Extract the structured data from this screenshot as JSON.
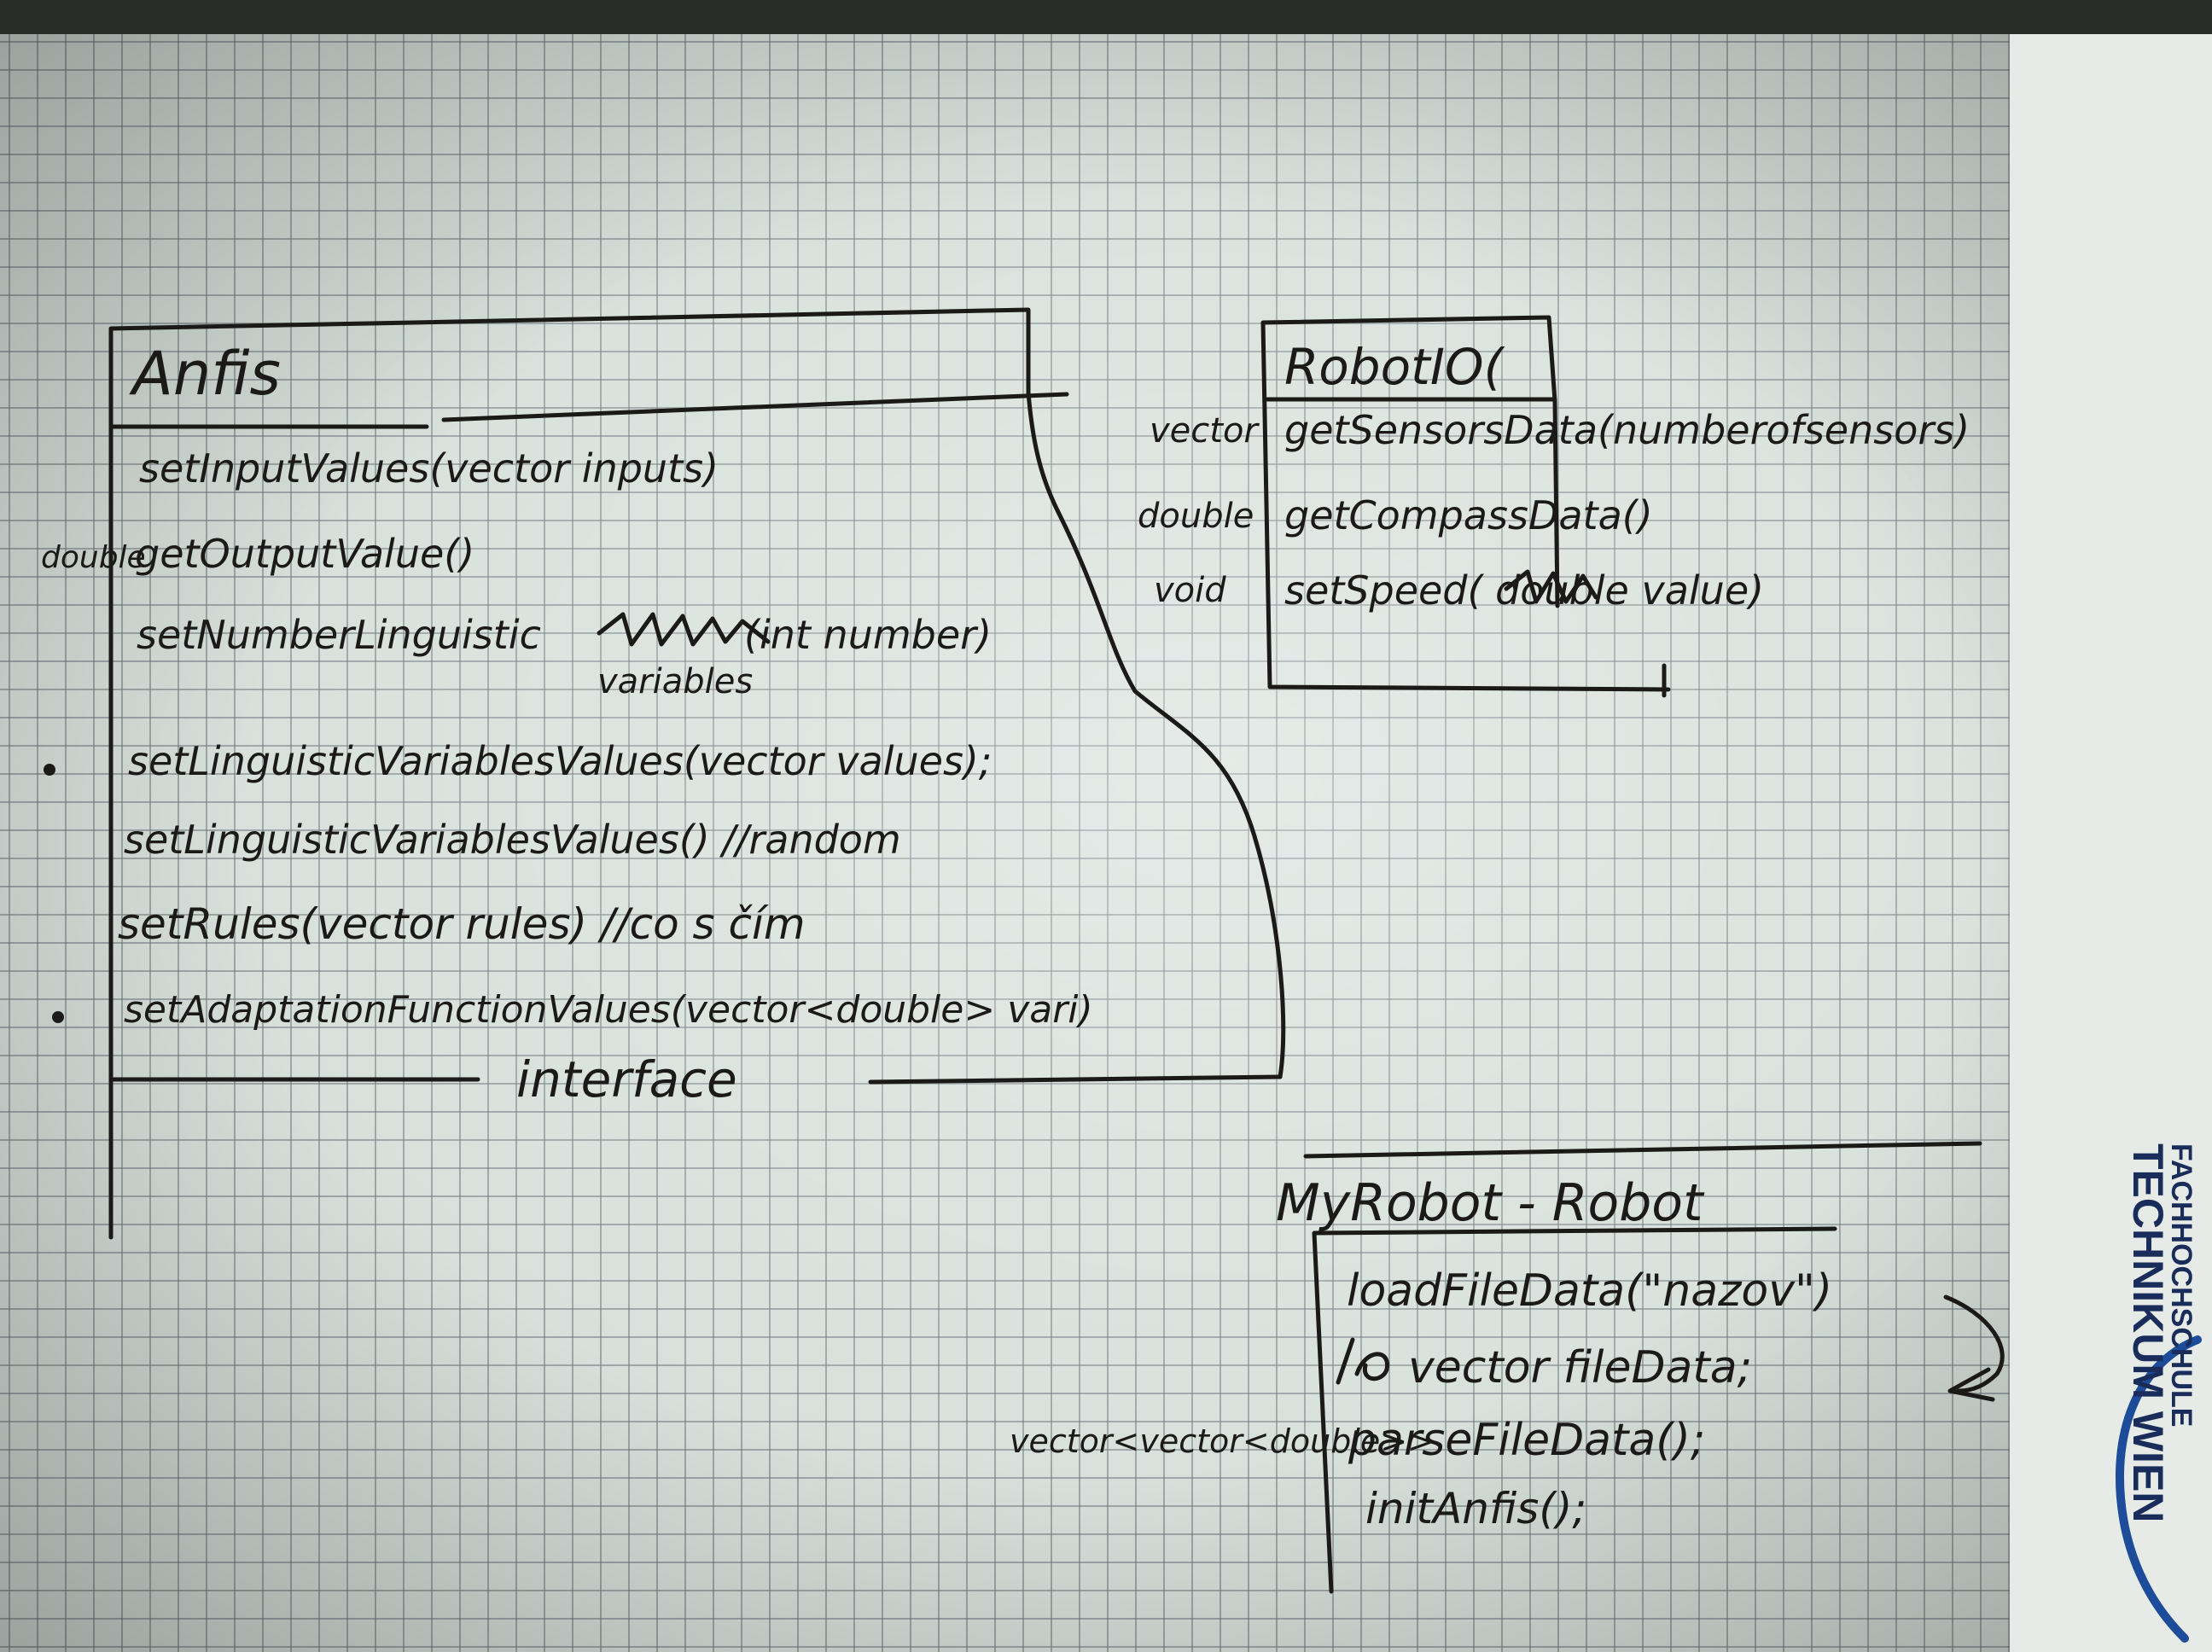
{
  "anfis": {
    "title": "Anfis",
    "methods": [
      "setInputValues(vector inputs)",
      "getOutputValue()",
      "setNumberLinguistic",
      "(int number)",
      "variables",
      "setLinguisticVariablesValues(vector values);",
      "setLinguisticVariablesValues() //random",
      "setRules(vector rules) //co s čím",
      "setAdaptationFunctionValues(vector<double> vari)"
    ],
    "return_types": {
      "get_output": "double"
    },
    "footer": "interface"
  },
  "robotio": {
    "title": "RobotIO(",
    "methods": [
      "getSensorsData(numberofsensors)",
      "getCompassData()",
      "setSpeed( double value)"
    ],
    "return_types": [
      "vector",
      "double",
      "void"
    ]
  },
  "myrobot": {
    "title": "MyRobot - Robot",
    "methods": [
      "loadFileData(\"nazov\")",
      "vector fileData;",
      "parseFileData();",
      "initAnfis();"
    ],
    "return_prefix": "vector<vector<double>>"
  },
  "logo": {
    "line1": "FACHHOCHSCHULE",
    "line2": "TECHNIKUM WIEN"
  }
}
